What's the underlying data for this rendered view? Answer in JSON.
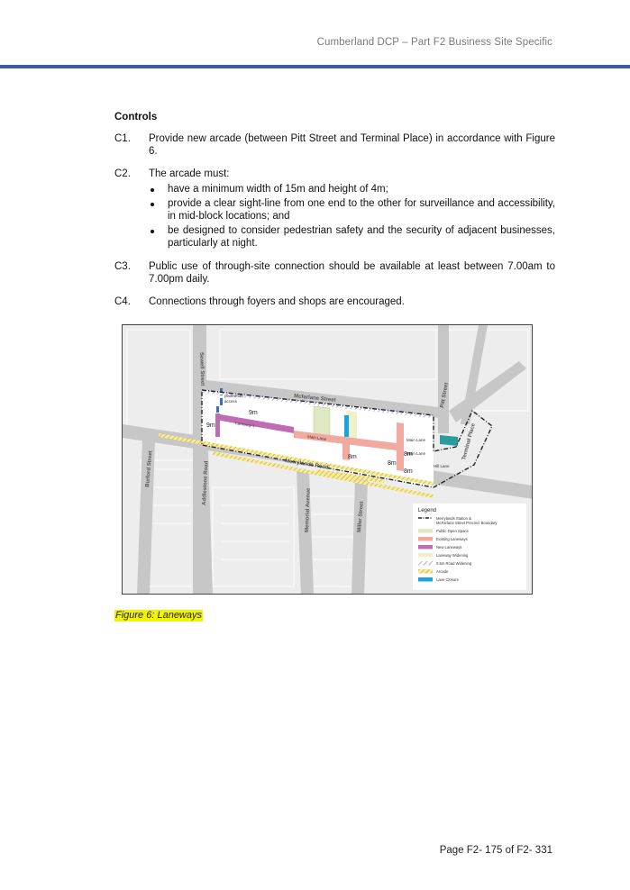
{
  "header": {
    "title": "Cumberland DCP – Part F2 Business Site Specific"
  },
  "controls": {
    "heading": "Controls",
    "items": [
      {
        "number": "C1.",
        "text": "Provide new arcade (between Pitt Street and Terminal Place) in accordance with Figure 6."
      },
      {
        "number": "C2.",
        "text": "The arcade must:",
        "bullets": [
          "have a minimum width of 15m and height of 4m;",
          "provide a clear sight-line from one end to the other for surveillance and accessibility, in mid-block locations; and",
          "be designed to consider pedestrian safety and the security of adjacent businesses, particularly at night."
        ]
      },
      {
        "number": "C3.",
        "text": "Public use of through-site connection should be available at least between 7.00am to 7.00pm daily."
      },
      {
        "number": "C4.",
        "text": "Connections through foyers and shops are encouraged."
      }
    ]
  },
  "figure": {
    "streets": {
      "mcfarlane": "Mcfarlane Street",
      "merrylands": "Merrylands Road",
      "pitt": "Pitt Street",
      "terminal": "Terminal Place",
      "sewell": "Sewell Street",
      "burford": "Burford Street",
      "addlestone": "Addlestone Road",
      "memorial": "Memorial Avenue",
      "miller": "Miller Street"
    },
    "labels": {
      "pedestrian": "pedestrian",
      "access": "access",
      "laneway1": "Laneway 1",
      "main_lane": "Main Lane",
      "main_lane_2": "Main Lane",
      "main_lane_3": "Main Lane",
      "hill_lane": "Hill Lane"
    },
    "dimensions": {
      "d1": "9m",
      "d2": "9m",
      "d3": "8m",
      "d4": "8m",
      "d5": "8m",
      "d6": "8m"
    },
    "legend": {
      "title": "Legend",
      "items": [
        {
          "label": "Merrylands Station & McFarlane Street Precinct Boundary",
          "color": "#222222",
          "style": "dashed"
        },
        {
          "label": "Public Open Space",
          "color": "#dfe8c2",
          "style": "fill"
        },
        {
          "label": "Existing Laneways",
          "color": "#f2a9a0",
          "style": "fill"
        },
        {
          "label": "New Laneways",
          "color": "#c06cb5",
          "style": "fill"
        },
        {
          "label": "Laneway Widening",
          "color": "#eef2c8",
          "style": "fill"
        },
        {
          "label": "0.5m Road Widening",
          "color": "#b9a3d8",
          "style": "hatch"
        },
        {
          "label": "Arcade",
          "color": "#e8d54a",
          "style": "hatch"
        },
        {
          "label": "Lane Closure",
          "color": "#1aa3de",
          "style": "fill"
        }
      ]
    }
  },
  "caption": "Figure 6: Laneways",
  "footer": {
    "page": "Page F2- 175 of F2- 331"
  }
}
